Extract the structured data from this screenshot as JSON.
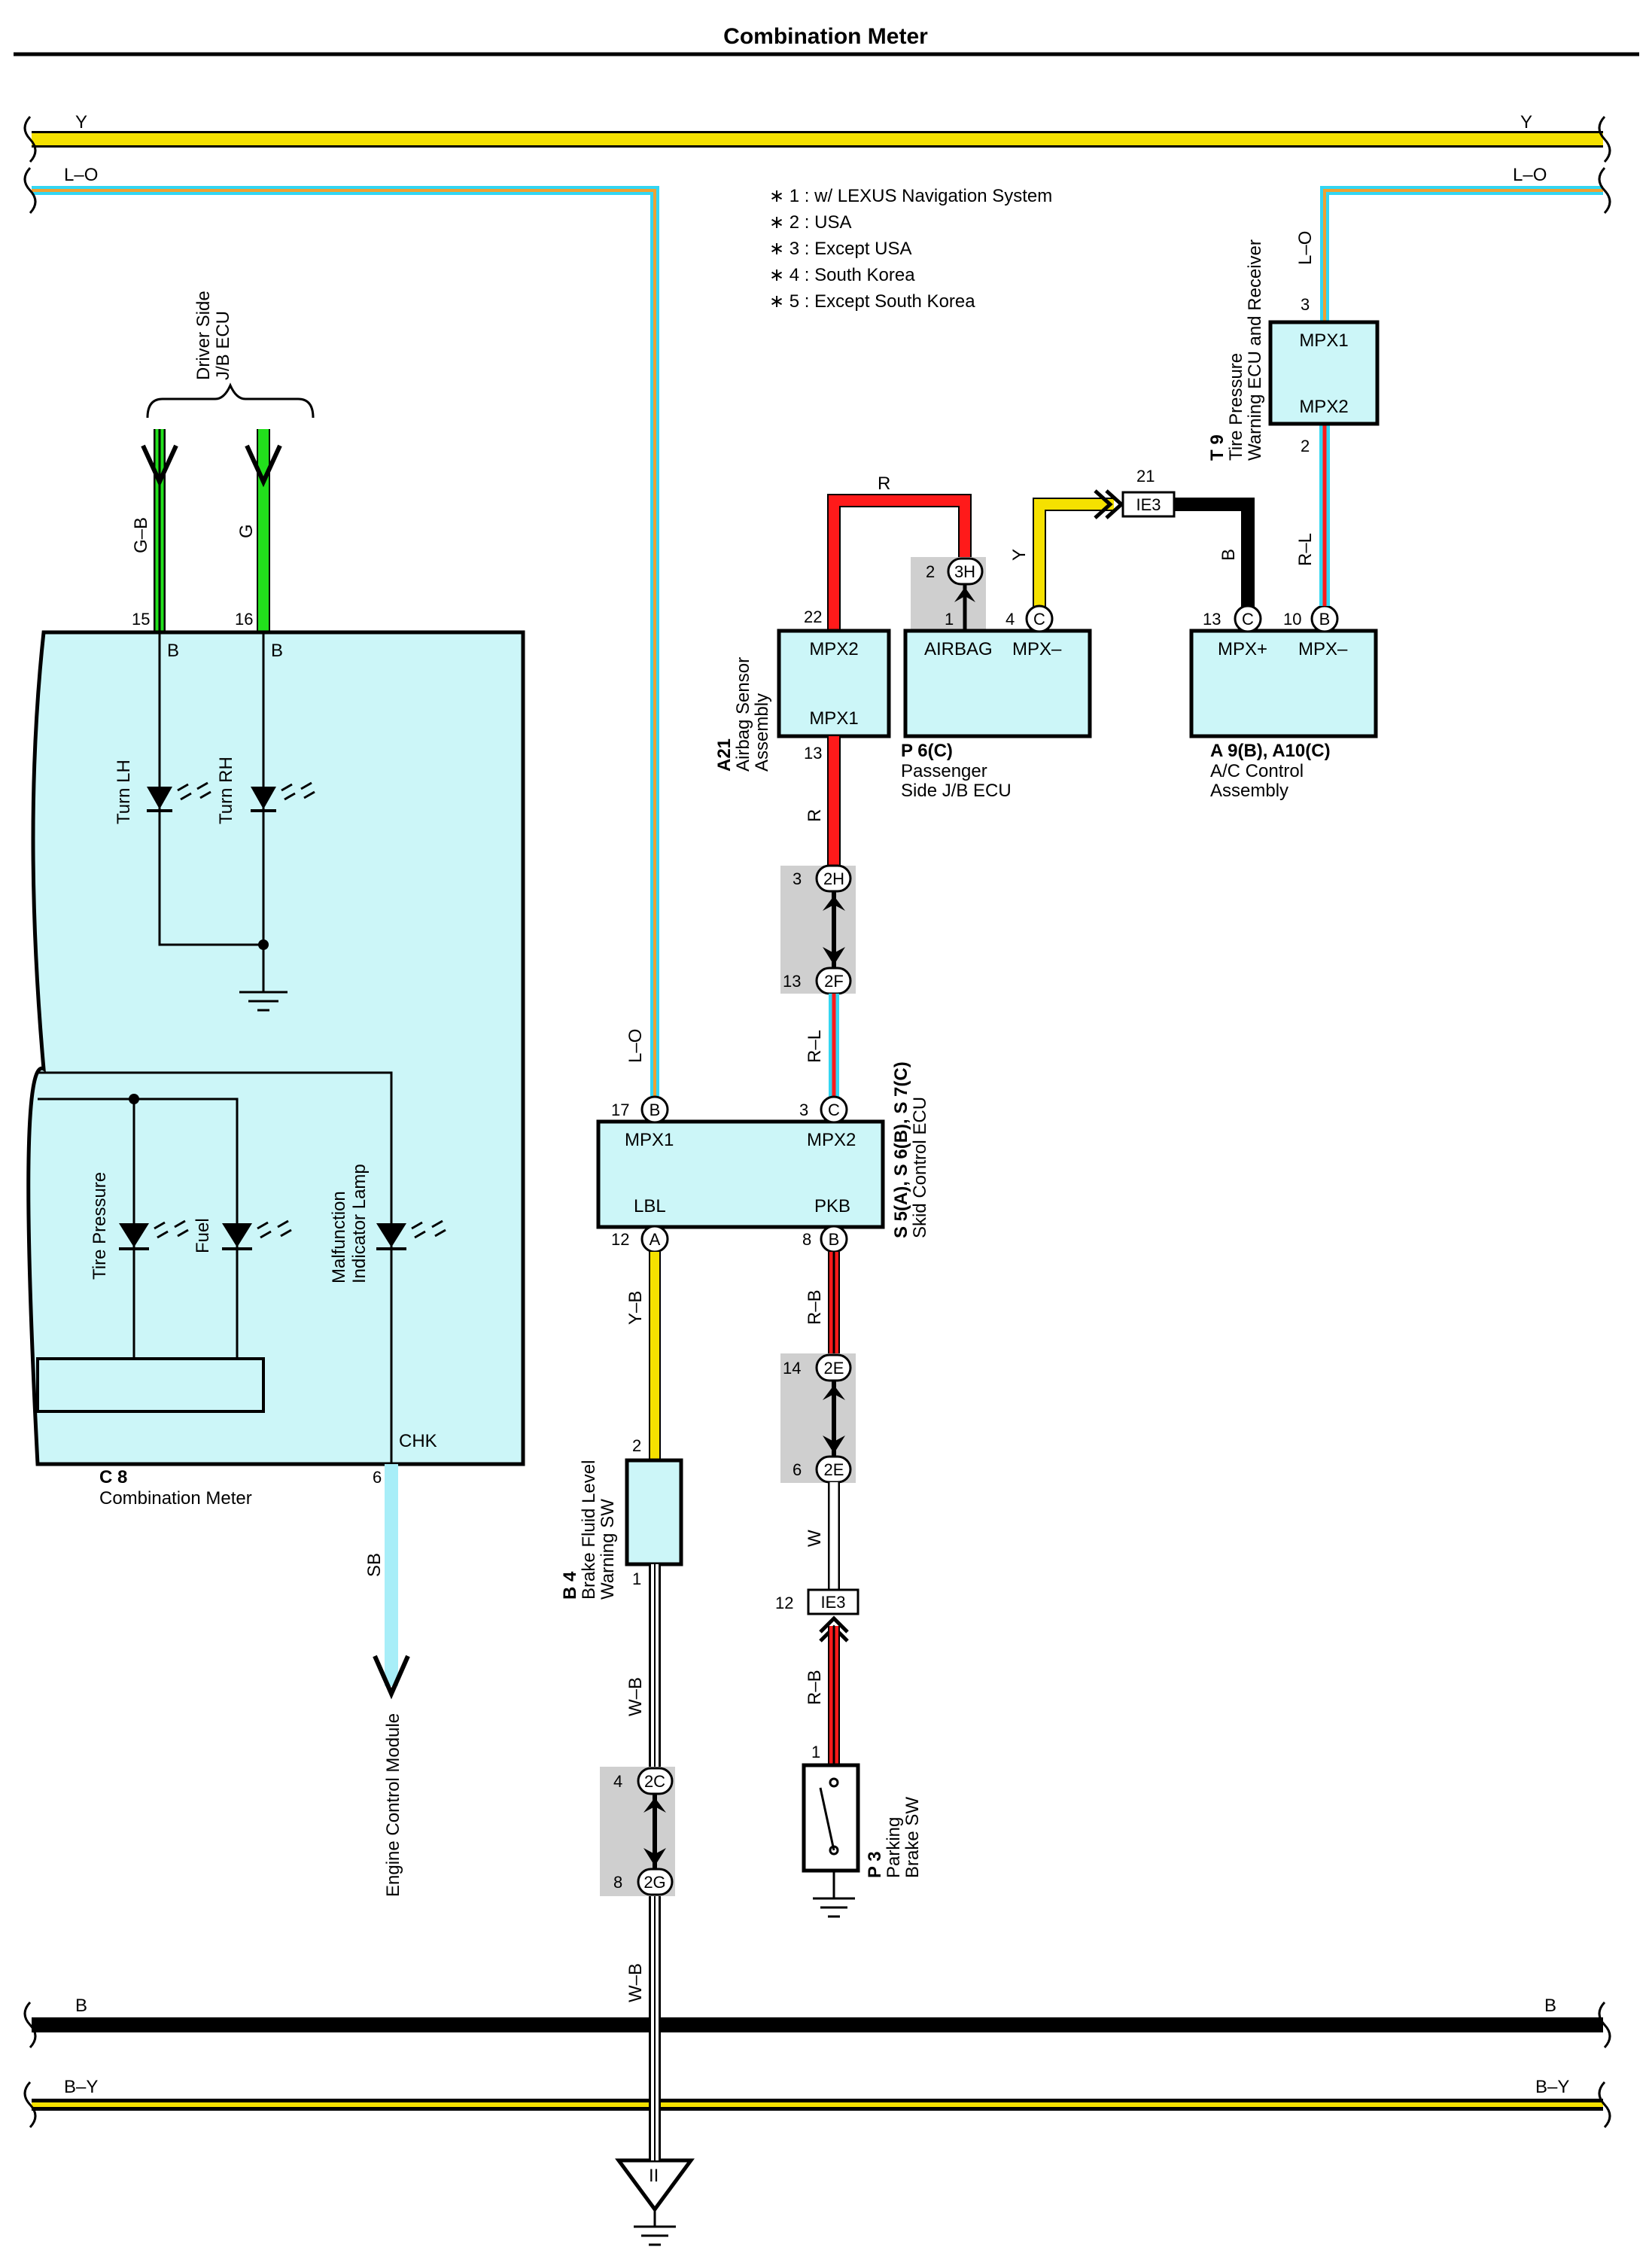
{
  "title": "Combination Meter",
  "colors": {
    "Y": "#f5e100",
    "L": "#33d6f2",
    "O": "#f0a030",
    "G": "#22e01c",
    "R": "#ff1a1a",
    "B": "#000000",
    "SB": "#a8eef8",
    "W": "#ffffff",
    "box_fill": "#ccf6f8",
    "connector_shade": "#cfcfcf"
  },
  "buses": {
    "top_y": "Y",
    "top_lo": "L–O",
    "bottom_b": "B",
    "bottom_by": "B–Y"
  },
  "notes": [
    "∗ 1 : w/ LEXUS Navigation System",
    "∗ 2 : USA",
    "∗ 3 : Except USA",
    "∗ 4 : South Korea",
    "∗ 5 : Except South Korea"
  ],
  "wire_labels": {
    "gb": "G–B",
    "g": "G",
    "lo_left": "L–O",
    "lo_right": "L–O",
    "r_top": "R",
    "y_mid": "Y",
    "b_mid": "B",
    "rl_right": "R–L",
    "r_a21": "R",
    "rl_mid": "R–L",
    "yb": "Y–B",
    "rb_1": "R–B",
    "w": "W",
    "rb_2": "R–B",
    "wb_1": "W–B",
    "wb_2": "W–B",
    "sb": "SB"
  },
  "components": {
    "driver_jb": {
      "name": "Driver Side J/B ECU",
      "line1": "Driver Side",
      "line2": "J/B ECU"
    },
    "c8": {
      "code": "C 8",
      "name": "Combination Meter",
      "pin15": "15",
      "pin16": "16",
      "pin6": "6",
      "term_b1": "B",
      "term_b2": "B",
      "chk": "CHK",
      "turn_lh": "Turn LH",
      "turn_rh": "Turn RH",
      "tire": "Tire Pressure",
      "fuel": "Fuel",
      "mil1": "Malfunction",
      "mil2": "Indicator Lamp"
    },
    "ecm": {
      "name": "Engine Control Module"
    },
    "a21": {
      "code": "A21",
      "line1": "Airbag Sensor",
      "line2": "Assembly",
      "pin22": "22",
      "pin13": "13",
      "mpx2": "MPX2",
      "mpx1": "MPX1"
    },
    "p6": {
      "code": "P 6(C)",
      "line1": "Passenger",
      "line2": "Side J/B ECU",
      "airbag": "AIRBAG",
      "mpx_minus": "MPX–",
      "pin4": "4",
      "pinC": "C"
    },
    "a9": {
      "code": "A 9(B), A10(C)",
      "line1": "A/C Control",
      "line2": "Assembly",
      "mpx_plus": "MPX+",
      "mpx_minus": "MPX–",
      "pin13": "13",
      "pinC": "C",
      "pin10": "10",
      "pinB": "B"
    },
    "t9": {
      "code": "T 9",
      "line1": "Tire Pressure",
      "line2": "Warning ECU and Receiver",
      "mpx1": "MPX1",
      "mpx2": "MPX2",
      "pin3": "3",
      "pin2": "2"
    },
    "skid": {
      "code": "S 5(A), S 6(B), S 7(C)",
      "name": "Skid Control ECU",
      "mpx1": "MPX1",
      "mpx2": "MPX2",
      "lbl": "LBL",
      "pkb": "PKB",
      "pin17": "17",
      "pin3": "3",
      "pin12": "12",
      "pin8": "8",
      "pB1": "B",
      "pC": "C",
      "pA": "A",
      "pB2": "B"
    },
    "b4": {
      "code": "B 4",
      "line1": "Brake Fluid Level",
      "line2": "Warning SW",
      "pin2": "2",
      "pin1": "1"
    },
    "p3": {
      "code": "P 3",
      "line1": "Parking",
      "line2": "Brake SW",
      "pin1": "1"
    }
  },
  "junctions": {
    "h3": {
      "pin_a": "2",
      "label": "3H",
      "pin_b": "1"
    },
    "ie3_top": {
      "pin": "21",
      "label": "IE3"
    },
    "h2": {
      "pin": "3",
      "label": "2H"
    },
    "f2": {
      "pin": "13",
      "label": "2F"
    },
    "e2_top": {
      "pin": "14",
      "label": "2E"
    },
    "e2_bot": {
      "pin": "6",
      "label": "2E"
    },
    "ie3_bot": {
      "pin": "12",
      "label": "IE3"
    },
    "c2": {
      "pin": "4",
      "label": "2C"
    },
    "g2": {
      "pin": "8",
      "label": "2G"
    },
    "ground_ii": "II"
  }
}
